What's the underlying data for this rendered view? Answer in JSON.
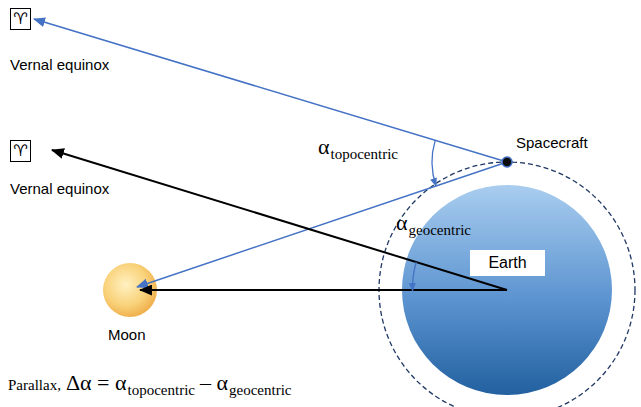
{
  "diagram": {
    "nodes": [
      {
        "text": [
          "♈"
        ]
      },
      {
        "text": [
          "♈"
        ]
      },
      {
        "text": [
          "Earth"
        ]
      }
    ],
    "labels": [
      "Vernal equinox",
      "Vernal equinox",
      "Spacecraft",
      "α",
      "topocentric",
      "α",
      "geocentric",
      "Moon",
      "Parallax,",
      "Δα = α",
      "topocentric",
      "– α",
      "geocentric"
    ]
  }
}
